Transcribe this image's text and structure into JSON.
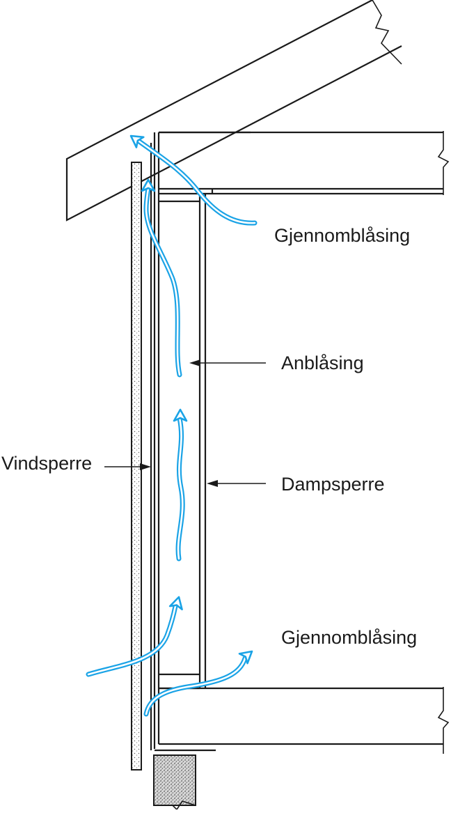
{
  "labels": {
    "top_blowthrough": "Gjennomblåsing",
    "inflow": "Anblåsing",
    "wind_barrier": "Vindsperre",
    "vapour_barrier": "Dampsperre",
    "bottom_blowthrough": "Gjennomblåsing"
  },
  "colors": {
    "airflow": "#1aa3e6",
    "line": "#1a1a1a",
    "fill_speckle": "#cccccc"
  }
}
